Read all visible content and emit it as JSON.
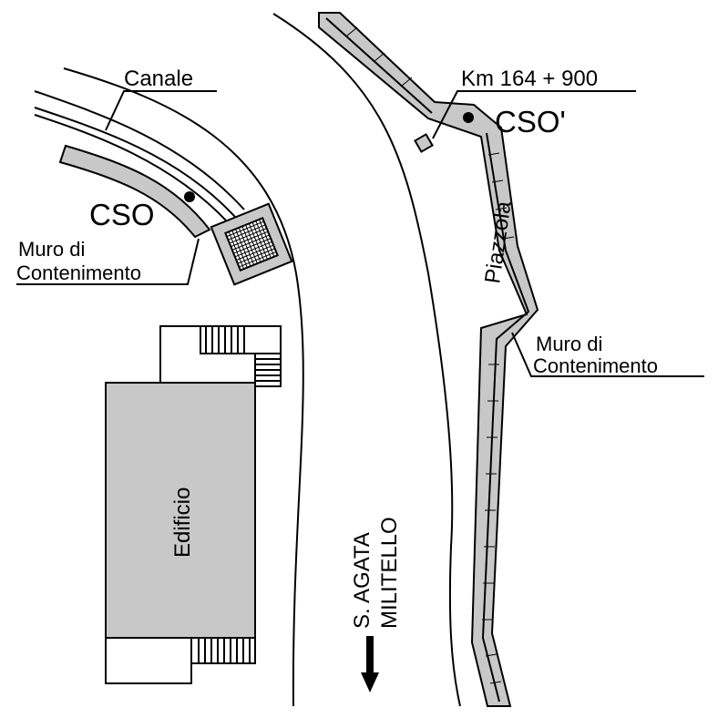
{
  "labels": {
    "canale": "Canale",
    "km": "Km 164 + 900",
    "cso_prime": "CSO'",
    "cso": "CSO",
    "muro_left_line1": "Muro di",
    "muro_left_line2": "Contenimento",
    "piazzola": "Piazzola",
    "muro_right_line1": "Muro di",
    "muro_right_line2": "Contenimento",
    "edificio": "Edificio",
    "direction_line1": "S. AGATA",
    "direction_line2": "MILITELLO"
  },
  "colors": {
    "fill_gray": "#c8c8c8",
    "stroke": "#000000",
    "background": "#ffffff"
  },
  "icons": {
    "direction_arrow": "arrow-down-icon",
    "cso_point": "dot-marker-icon"
  }
}
